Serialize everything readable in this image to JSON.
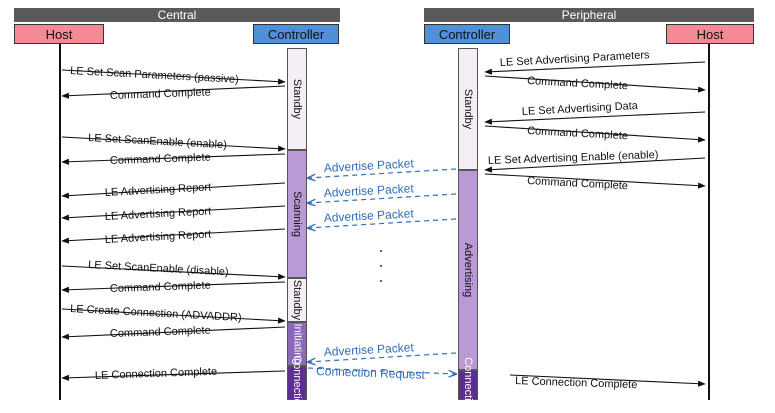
{
  "groups": {
    "central": "Central",
    "peripheral": "Peripheral"
  },
  "participants": {
    "central_host": "Host",
    "central_controller": "Controller",
    "peripheral_controller": "Controller",
    "peripheral_host": "Host"
  },
  "central_states": [
    "Standby",
    "Scanning",
    "Standby",
    "Initiating",
    "Connection"
  ],
  "peripheral_states": [
    "Standby",
    "Advertising",
    "Connection"
  ],
  "messages": [
    {
      "text": "LE Set Scan Parameters (passive)",
      "from": "central_host",
      "to": "central_controller",
      "style": "solid"
    },
    {
      "text": "Command Complete",
      "from": "central_controller",
      "to": "central_host",
      "style": "solid"
    },
    {
      "text": "LE Set ScanEnable (enable)",
      "from": "central_host",
      "to": "central_controller",
      "style": "solid"
    },
    {
      "text": "Command Complete",
      "from": "central_controller",
      "to": "central_host",
      "style": "solid"
    },
    {
      "text": "LE Advertising Report",
      "from": "central_controller",
      "to": "central_host",
      "style": "solid"
    },
    {
      "text": "LE Advertising Report",
      "from": "central_controller",
      "to": "central_host",
      "style": "solid"
    },
    {
      "text": "LE Advertising Report",
      "from": "central_controller",
      "to": "central_host",
      "style": "solid"
    },
    {
      "text": "LE Set ScanEnable (disable)",
      "from": "central_host",
      "to": "central_controller",
      "style": "solid"
    },
    {
      "text": "Command Complete",
      "from": "central_controller",
      "to": "central_host",
      "style": "solid"
    },
    {
      "text": "LE Create Connection (ADVADDR)",
      "from": "central_host",
      "to": "central_controller",
      "style": "solid"
    },
    {
      "text": "Command Complete",
      "from": "central_controller",
      "to": "central_host",
      "style": "solid"
    },
    {
      "text": "LE Connection Complete",
      "from": "central_controller",
      "to": "central_host",
      "style": "solid"
    },
    {
      "text": "LE Set Advertising Parameters",
      "from": "peripheral_host",
      "to": "peripheral_controller",
      "style": "solid"
    },
    {
      "text": "Command Complete",
      "from": "peripheral_controller",
      "to": "peripheral_host",
      "style": "solid"
    },
    {
      "text": "LE Set Advertising Data",
      "from": "peripheral_host",
      "to": "peripheral_controller",
      "style": "solid"
    },
    {
      "text": "Command Complete",
      "from": "peripheral_controller",
      "to": "peripheral_host",
      "style": "solid"
    },
    {
      "text": "LE Set Advertising Enable (enable)",
      "from": "peripheral_host",
      "to": "peripheral_controller",
      "style": "solid"
    },
    {
      "text": "Command Complete",
      "from": "peripheral_controller",
      "to": "peripheral_host",
      "style": "solid"
    },
    {
      "text": "LE Connection Complete",
      "from": "peripheral_controller",
      "to": "peripheral_host",
      "style": "solid"
    },
    {
      "text": "Advertise Packet",
      "from": "peripheral_controller",
      "to": "central_controller",
      "style": "dashed"
    },
    {
      "text": "Advertise Packet",
      "from": "peripheral_controller",
      "to": "central_controller",
      "style": "dashed"
    },
    {
      "text": "Advertise Packet",
      "from": "peripheral_controller",
      "to": "central_controller",
      "style": "dashed"
    },
    {
      "text": "Advertise Packet",
      "from": "peripheral_controller",
      "to": "central_controller",
      "style": "dashed"
    },
    {
      "text": "Connection Request",
      "from": "central_controller",
      "to": "peripheral_controller",
      "style": "dashed"
    }
  ],
  "colors": {
    "host": "#f28b94",
    "controller": "#4f90d6",
    "group_bar": "#5a5a5a",
    "dashed_arrow": "#2f6fb7",
    "standby": "#f6eef6",
    "scanning": "#b99ad6",
    "initiating": "#8a6ab8",
    "connection": "#5d2e91"
  }
}
